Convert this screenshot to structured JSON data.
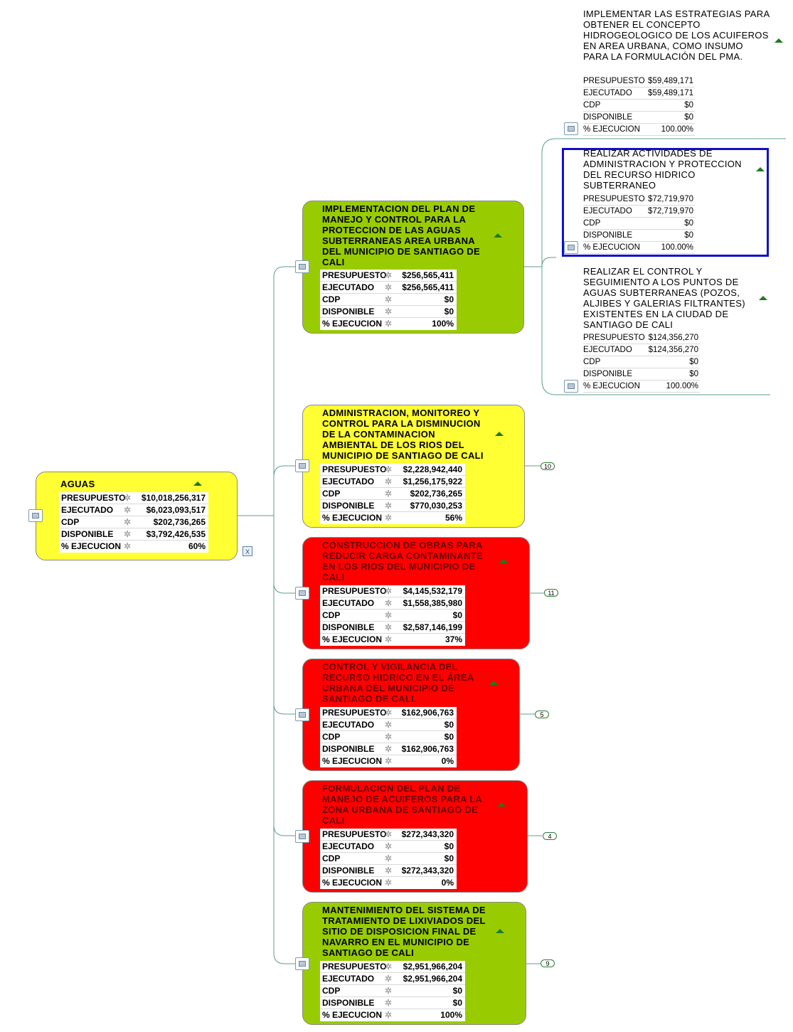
{
  "root": {
    "title": "AGUAS",
    "rows": [
      {
        "label": "PRESUPUESTO",
        "value": "$10,018,256,317"
      },
      {
        "label": "EJECUTADO",
        "value": "$6,023,093,517"
      },
      {
        "label": "CDP",
        "value": "$202,736,265"
      },
      {
        "label": "DISPONIBLE",
        "value": "$3,792,426,535"
      },
      {
        "label": "% EJECUCION",
        "value": "60%"
      }
    ],
    "color": "#ffff33"
  },
  "branches": [
    {
      "title": "IMPLEMENTACION DEL PLAN DE MANEJO Y CONTROL PARA LA PROTECCION DE LAS AGUAS SUBTERRANEAS AREA URBANA DEL MUNICIPIO DE SANTIAGO DE CALI",
      "rows": [
        {
          "label": "PRESUPUESTO",
          "value": "$256,565,411"
        },
        {
          "label": "EJECUTADO",
          "value": "$256,565,411"
        },
        {
          "label": "CDP",
          "value": "$0"
        },
        {
          "label": "DISPONIBLE",
          "value": "$0"
        },
        {
          "label": "% EJECUCION",
          "value": "100%"
        }
      ],
      "color": "#99cc00",
      "badge": ""
    },
    {
      "title": "ADMINISTRACION, MONITOREO Y CONTROL PARA LA DISMINUCION DE LA CONTAMINACION AMBIENTAL DE LOS RIOS DEL MUNICIPIO DE SANTIAGO DE CALI",
      "rows": [
        {
          "label": "PRESUPUESTO",
          "value": "$2,228,942,440"
        },
        {
          "label": "EJECUTADO",
          "value": "$1,256,175,922"
        },
        {
          "label": "CDP",
          "value": "$202,736,265"
        },
        {
          "label": "DISPONIBLE",
          "value": "$770,030,253"
        },
        {
          "label": "% EJECUCION",
          "value": "56%"
        }
      ],
      "color": "#ffff33",
      "badge": "10"
    },
    {
      "title": "CONSTRUCCION DE OBRAS PARA REDUCIR CARGA CONTAMINANTE EN LOS RIOS DEL MUNICIPIO DE CALI",
      "rows": [
        {
          "label": "PRESUPUESTO",
          "value": "$4,145,532,179"
        },
        {
          "label": "EJECUTADO",
          "value": "$1,558,385,980"
        },
        {
          "label": "CDP",
          "value": "$0"
        },
        {
          "label": "DISPONIBLE",
          "value": "$2,587,146,199"
        },
        {
          "label": "% EJECUCION",
          "value": "37%"
        }
      ],
      "color": "#ff0000",
      "badge": "11"
    },
    {
      "title": "CONTROL Y VIGILANCIA DEL RECURSO HIDRICO EN EL ÁREA URBANA DEL MUNICIPIO DE SANTIAGO DE CALI.",
      "rows": [
        {
          "label": "PRESUPUESTO",
          "value": "$162,906,763"
        },
        {
          "label": "EJECUTADO",
          "value": "$0"
        },
        {
          "label": "CDP",
          "value": "$0"
        },
        {
          "label": "DISPONIBLE",
          "value": "$162,906,763"
        },
        {
          "label": "% EJECUCION",
          "value": "0%"
        }
      ],
      "color": "#ff0000",
      "badge": "5"
    },
    {
      "title": "FORMULACION DEL PLAN DE MANEJO DE ACUIFEROS PARA LA ZONA URBANA DE SANTIAGO DE CALI",
      "rows": [
        {
          "label": "PRESUPUESTO",
          "value": "$272,343,320"
        },
        {
          "label": "EJECUTADO",
          "value": "$0"
        },
        {
          "label": "CDP",
          "value": "$0"
        },
        {
          "label": "DISPONIBLE",
          "value": "$272,343,320"
        },
        {
          "label": "% EJECUCION",
          "value": "0%"
        }
      ],
      "color": "#ff0000",
      "badge": "4"
    },
    {
      "title": "MANTENIMIENTO DEL SISTEMA DE TRATAMIENTO DE LIXIVIADOS DEL SITIO DE DISPOSICION FINAL DE NAVARRO EN EL MUNICIPIO DE SANTIAGO DE CALI",
      "rows": [
        {
          "label": "PRESUPUESTO",
          "value": "$2,951,966,204"
        },
        {
          "label": "EJECUTADO",
          "value": "$2,951,966,204"
        },
        {
          "label": "CDP",
          "value": "$0"
        },
        {
          "label": "DISPONIBLE",
          "value": "$0"
        },
        {
          "label": "% EJECUCION",
          "value": "100%"
        }
      ],
      "color": "#99cc00",
      "badge": "9"
    }
  ],
  "leaves": [
    {
      "title": "IMPLEMENTAR LAS ESTRATEGIAS PARA OBTENER EL CONCEPTO HIDROGEOLOGICO DE LOS ACUIFEROS EN AREA URBANA, COMO INSUMO PARA LA FORMULACIÓN DEL PMA.",
      "rows": [
        {
          "label": "PRESUPUESTO",
          "value": "$59,489,171"
        },
        {
          "label": "EJECUTADO",
          "value": "$59,489,171"
        },
        {
          "label": "CDP",
          "value": "$0"
        },
        {
          "label": "DISPONIBLE",
          "value": "$0"
        },
        {
          "label": "% EJECUCION",
          "value": "100.00%"
        }
      ]
    },
    {
      "title": "REALIZAR ACTIVIDADES DE ADMINISTRACION Y PROTECCION DEL RECURSO HIDRICO SUBTERRANEO",
      "rows": [
        {
          "label": "PRESUPUESTO",
          "value": "$72,719,970"
        },
        {
          "label": "EJECUTADO",
          "value": "$72,719,970"
        },
        {
          "label": "CDP",
          "value": "$0"
        },
        {
          "label": "DISPONIBLE",
          "value": "$0"
        },
        {
          "label": "% EJECUCION",
          "value": "100.00%"
        }
      ],
      "selected": true
    },
    {
      "title": "REALIZAR EL CONTROL Y SEGUIMIENTO A LOS PUNTOS DE AGUAS SUBTERRANEAS (POZOS, ALJIBES Y GALERIAS FILTRANTES) EXISTENTES EN LA CIUDAD DE SANTIAGO DE CALI",
      "rows": [
        {
          "label": "PRESUPUESTO",
          "value": "$124,356,270"
        },
        {
          "label": "EJECUTADO",
          "value": "$124,356,270"
        },
        {
          "label": "CDP",
          "value": "$0"
        },
        {
          "label": "DISPONIBLE",
          "value": "$0"
        },
        {
          "label": "% EJECUCION",
          "value": "100.00%"
        }
      ]
    }
  ],
  "icons": {
    "gear": "gear-icon",
    "notes": "notes-icon",
    "collapse": "collapse-arrow-icon",
    "excel": "excel-icon"
  }
}
